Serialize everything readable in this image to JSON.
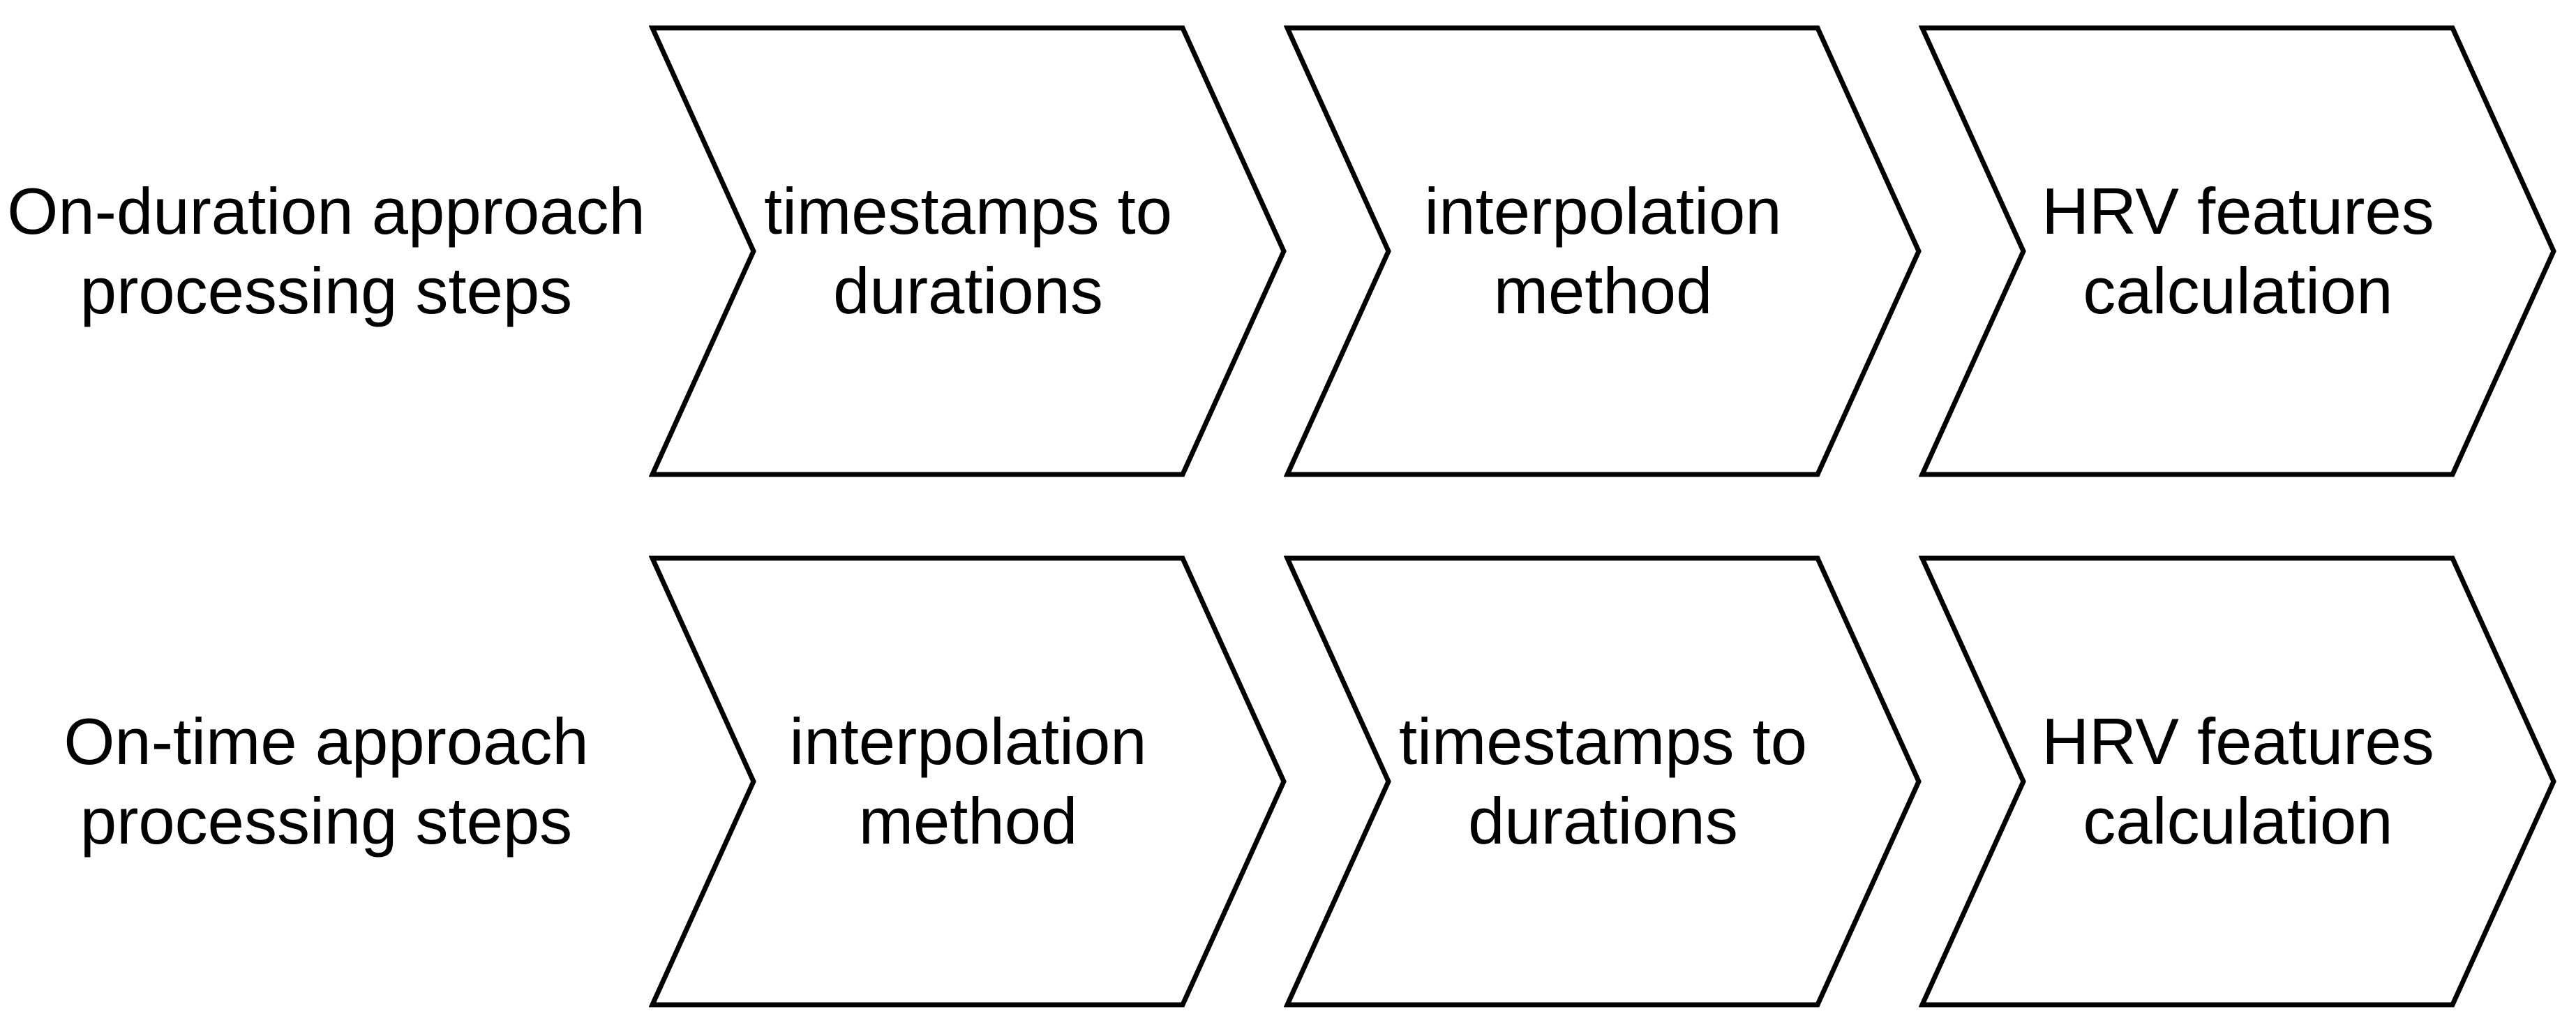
{
  "diagram": {
    "background_color": "#ffffff",
    "shape_fill_color": "#ffffff",
    "shape_outline_color": "#000000",
    "text_color": "#000000",
    "rows": [
      {
        "label": "On-duration approach\nprocessing steps",
        "steps": [
          "timestamps to\ndurations",
          "interpolation\nmethod",
          "HRV features\ncalculation"
        ]
      },
      {
        "label": "On-time approach\nprocessing steps",
        "steps": [
          "interpolation\nmethod",
          "timestamps to\ndurations",
          "HRV features\ncalculation"
        ]
      }
    ]
  }
}
